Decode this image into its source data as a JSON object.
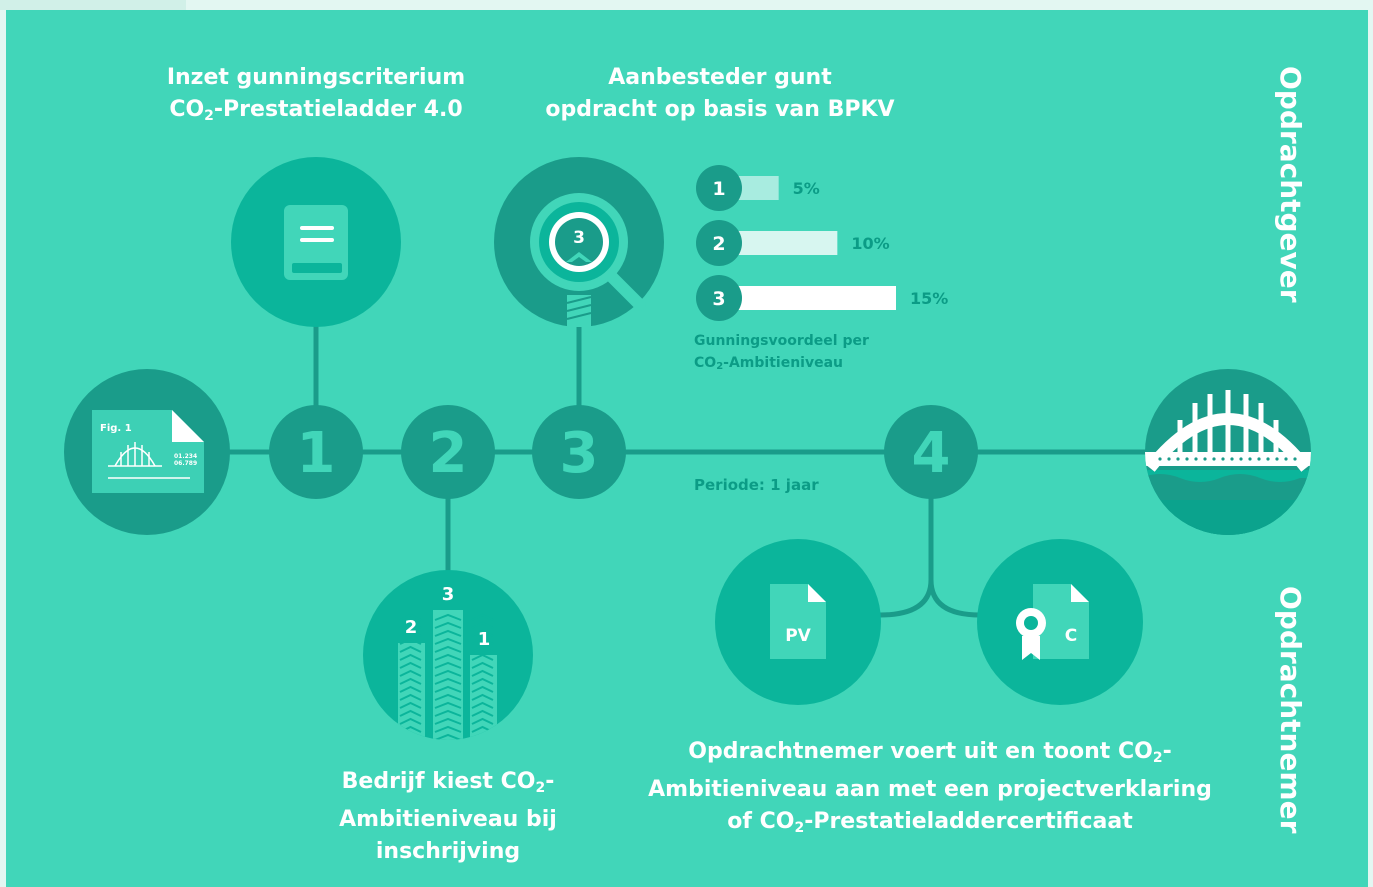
{
  "colors": {
    "background": "#41d6b9",
    "dark_teal": "#1a9c8a",
    "medium_teal": "#0bb59b",
    "line": "#1a9c8a",
    "white": "#ffffff"
  },
  "steps": [
    {
      "number": "1",
      "caption_line1": "Inzet gunningscriterium",
      "caption_line2_pre": "CO",
      "caption_line2_sub": "2",
      "caption_line2_post": "-Prestatieladder 4.0",
      "icon": "book-icon"
    },
    {
      "number": "2",
      "caption_line1_pre": "Bedrijf kiest CO",
      "caption_line1_sub": "2",
      "caption_line1_post": "-",
      "caption_line2": "Ambitieniveau bij inschrijving",
      "icon": "buildings-icon"
    },
    {
      "number": "3",
      "caption_line1": "Aanbesteder gunt",
      "caption_line2": "opdracht op basis van BPKV",
      "icon": "magnifier-icon"
    },
    {
      "number": "4",
      "caption_line1_pre": "Opdrachtnemer voert uit en toont CO",
      "caption_line1_sub": "2",
      "caption_line1_post": "-",
      "caption_line2": "Ambitieniveau aan met een projectverklaring",
      "caption_line3_pre": "of CO",
      "caption_line3_sub": "2",
      "caption_line3_post": "-Prestatieladdercertificaat",
      "icon": "documents-icon"
    }
  ],
  "start_icon": {
    "label": "Fig. 1",
    "value1": "01.234",
    "value2": "06.789"
  },
  "magnifier_level": "3",
  "buildings": {
    "left": "2",
    "middle": "3",
    "right": "1"
  },
  "documents": {
    "pv": "PV",
    "certificate": "C"
  },
  "bar_chart": {
    "caption_line1": "Gunningsvoordeel per",
    "caption_line2_pre": "CO",
    "caption_line2_sub": "2",
    "caption_line2_post": "-Ambitieniveau",
    "levels": [
      "1",
      "2",
      "3"
    ],
    "percents": [
      "5%",
      "10%",
      "15%"
    ],
    "values": [
      5,
      10,
      15
    ]
  },
  "period": "Periode: 1 jaar",
  "side_labels": {
    "top": "Opdrachtgever",
    "bottom": "Opdrachtnemer"
  }
}
